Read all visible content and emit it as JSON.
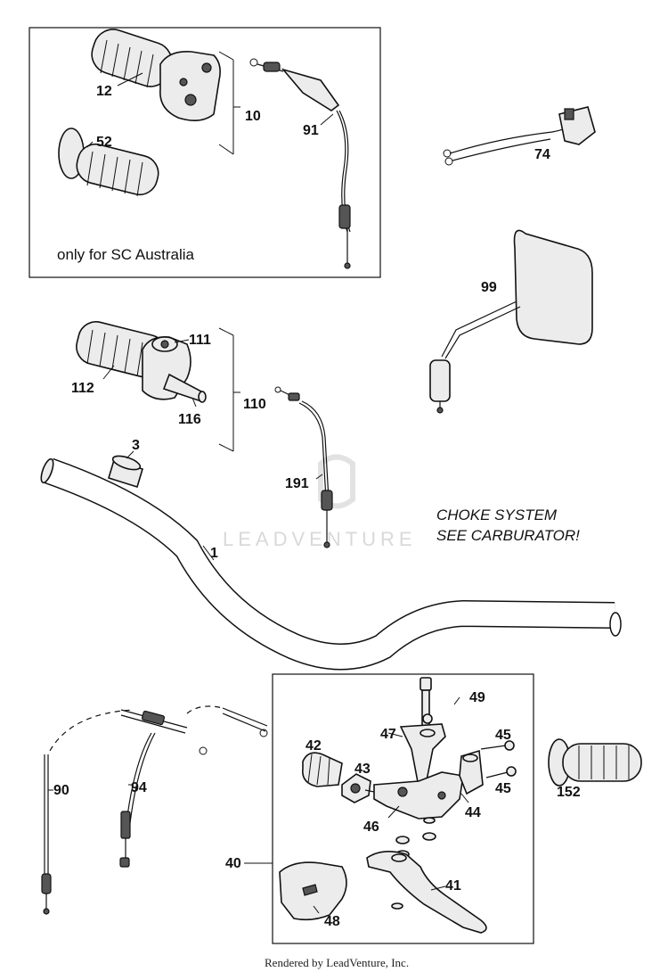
{
  "callouts": {
    "c12": "12",
    "c10": "10",
    "c52": "52",
    "c91": "91",
    "c74": "74",
    "c99": "99",
    "c111": "111",
    "c112": "112",
    "c116": "116",
    "c110": "110",
    "c3": "3",
    "c191": "191",
    "c1": "1",
    "c49": "49",
    "c47": "47",
    "c45a": "45",
    "c45b": "45",
    "c42": "42",
    "c43": "43",
    "c46": "46",
    "c44": "44",
    "c90": "90",
    "c94": "94",
    "c152": "152",
    "c40": "40",
    "c41": "41",
    "c48": "48"
  },
  "notes": {
    "australia": "only for SC Australia",
    "choke_line1": "CHOKE SYSTEM",
    "choke_line2": "SEE CARBURATOR!"
  },
  "watermark": "LEADVENTURE",
  "footer": "Rendered by LeadVenture, Inc."
}
